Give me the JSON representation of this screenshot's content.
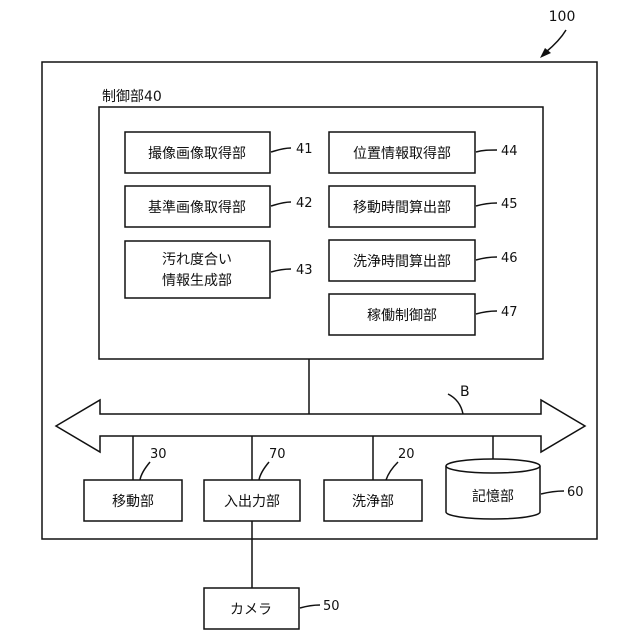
{
  "figure_number": "100",
  "controller": {
    "title": "制御部40",
    "units": [
      {
        "label": "撮像画像取得部",
        "ref": "41"
      },
      {
        "label": "基準画像取得部",
        "ref": "42"
      },
      {
        "label_line1": "汚れ度合い",
        "label_line2": "情報生成部",
        "ref": "43"
      },
      {
        "label": "位置情報取得部",
        "ref": "44"
      },
      {
        "label": "移動時間算出部",
        "ref": "45"
      },
      {
        "label": "洗浄時間算出部",
        "ref": "46"
      },
      {
        "label": "稼働制御部",
        "ref": "47"
      }
    ]
  },
  "bus": {
    "label": "B"
  },
  "peripherals": [
    {
      "label": "移動部",
      "ref": "30"
    },
    {
      "label": "入出力部",
      "ref": "70"
    },
    {
      "label": "洗浄部",
      "ref": "20"
    },
    {
      "label": "記憶部",
      "ref": "60"
    }
  ],
  "camera": {
    "label": "カメラ",
    "ref": "50"
  }
}
